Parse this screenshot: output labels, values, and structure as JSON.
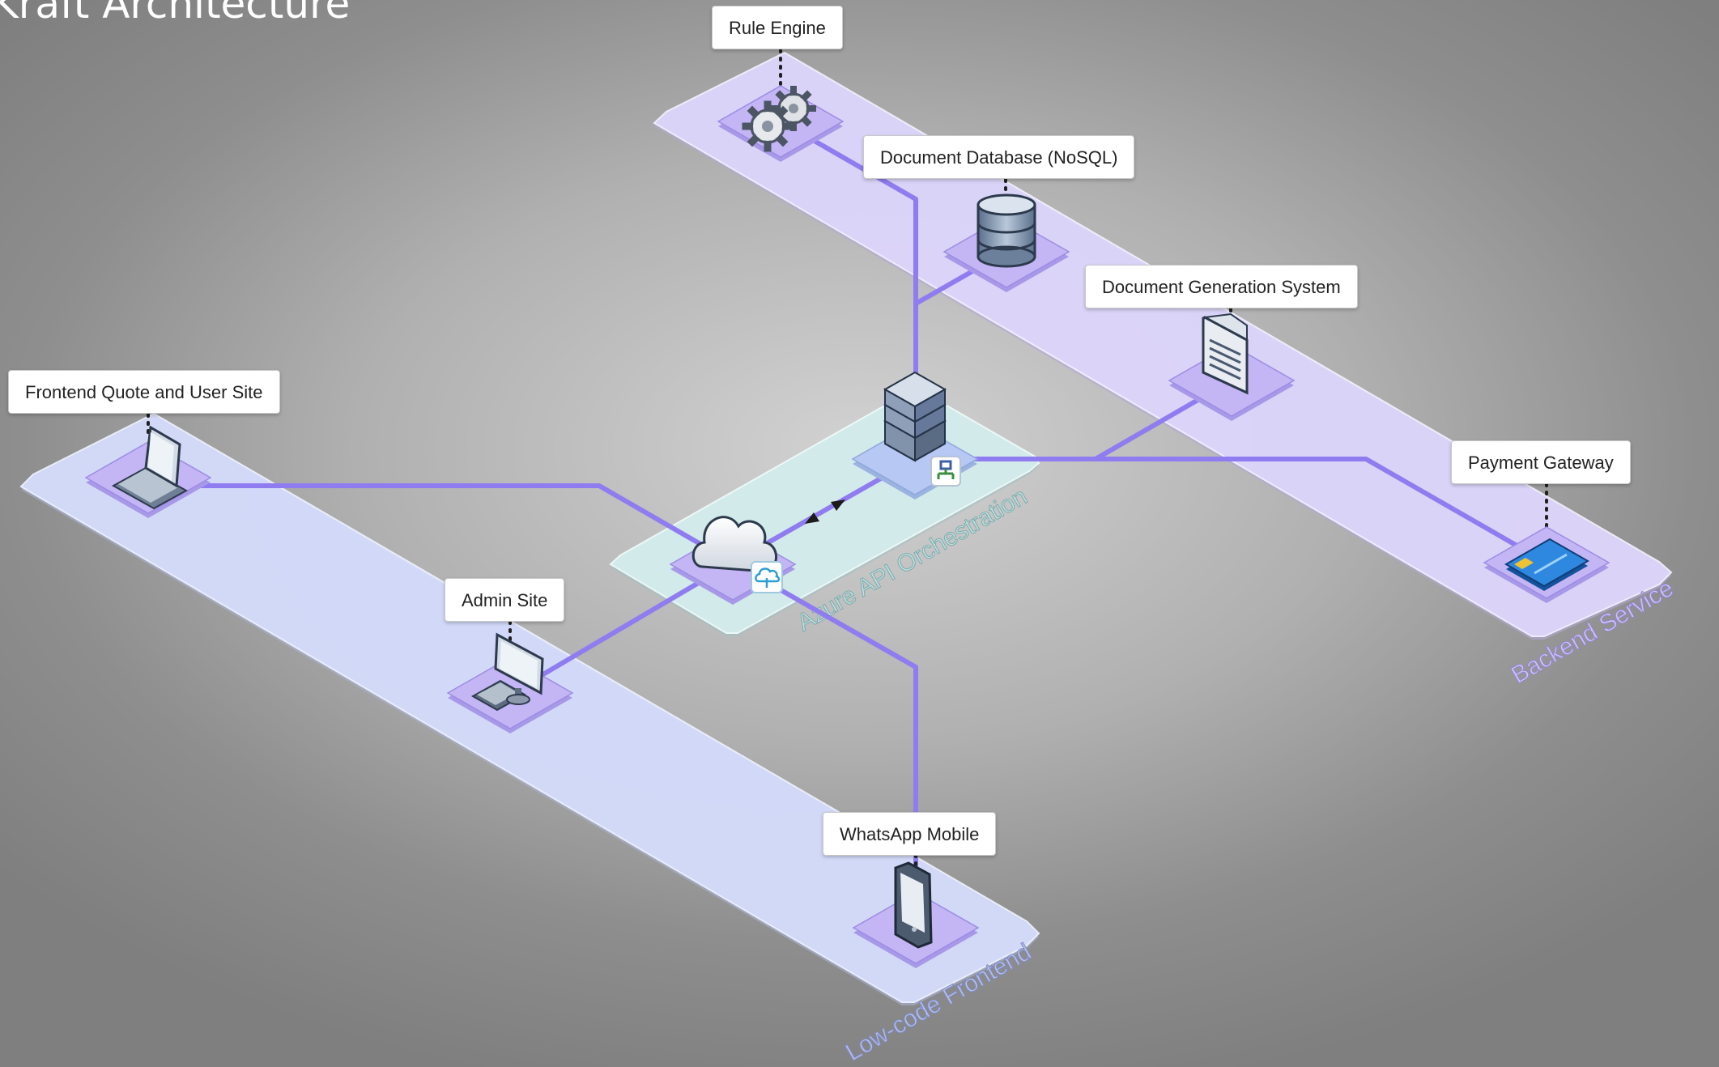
{
  "title": "Kraft Architecture",
  "zones": {
    "frontend": "Low-code Frontend",
    "orchestration": "Azure API Orchestration",
    "backend": "Backend Service"
  },
  "nodes": {
    "rule_engine": "Rule Engine",
    "document_database": "Document Database (NoSQL)",
    "document_generation": "Document Generation System",
    "payment_gateway": "Payment Gateway",
    "frontend_site": "Frontend Quote and User Site",
    "admin_site": "Admin Site",
    "whatsapp_mobile": "WhatsApp Mobile"
  },
  "icons": {
    "rule_engine": "gears-icon",
    "document_database": "database-icon",
    "document_generation": "document-icon",
    "payment_gateway": "credit-card-icon",
    "frontend_site": "laptop-icon",
    "admin_site": "desktop-computer-icon",
    "whatsapp_mobile": "smartphone-icon",
    "orchestration_server": "server-icon",
    "orchestration_cloud": "cloud-icon"
  },
  "colors": {
    "connector": "#8f7cf0",
    "frontend_zone": "#d5dcfb",
    "orchestration_zone": "#d4ecec",
    "backend_zone": "#ddd6fb",
    "pad": "#c4b5f5"
  }
}
